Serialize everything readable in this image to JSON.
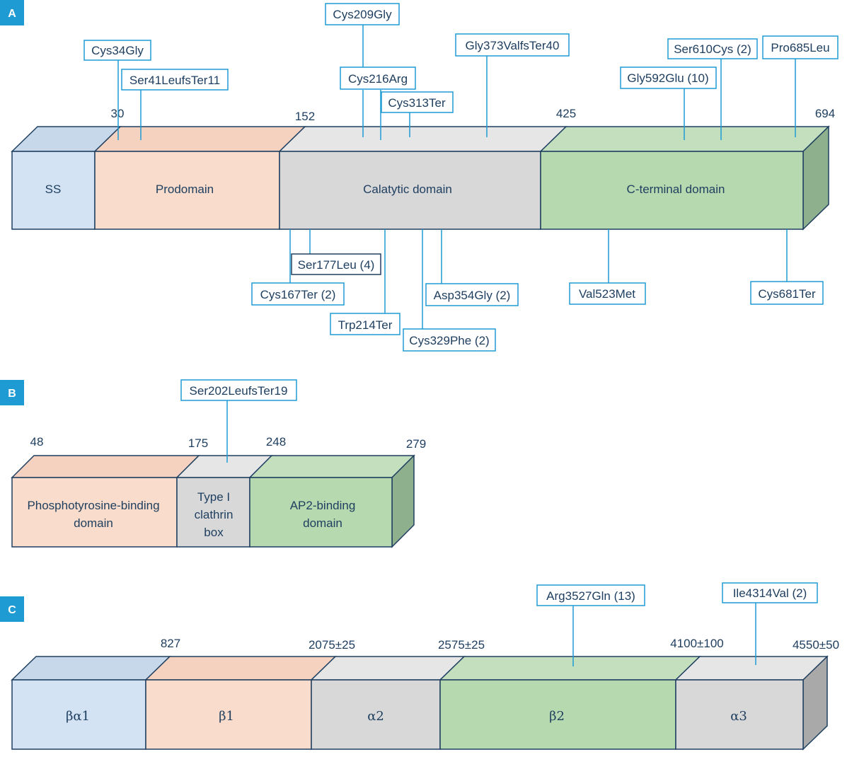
{
  "colors": {
    "accent": "#1e9bd3",
    "outline": "#1f3f60",
    "ss": "#d3e3f3",
    "prodomain": "#f9dccb",
    "grey": "#d8d8d8",
    "green": "#b7d9b0",
    "green_side": "#8fb08c"
  },
  "panelA": {
    "label": "A",
    "positions": [
      "30",
      "152",
      "425",
      "694"
    ],
    "domains": [
      "SS",
      "Prodomain",
      "Calatytic domain",
      "C-terminal domain"
    ],
    "top_mutations": [
      "Cys34Gly",
      "Ser41LeufsTer11",
      "Cys209Gly",
      "Cys216Arg",
      "Cys313Ter",
      "Gly373ValfsTer40",
      "Gly592Glu (10)",
      "Ser610Cys (2)",
      "Pro685Leu"
    ],
    "bottom_mutations": [
      "Ser177Leu (4)",
      "Cys167Ter (2)",
      "Trp214Ter",
      "Cys329Phe (2)",
      "Asp354Gly (2)",
      "Val523Met",
      "Cys681Ter"
    ]
  },
  "panelB": {
    "label": "B",
    "positions": [
      "48",
      "175",
      "248",
      "279"
    ],
    "domains": [
      {
        "line1": "Phosphotyrosine-binding",
        "line2": "domain",
        "line3": ""
      },
      {
        "line1": "Type I",
        "line2": "clathrin",
        "line3": "box"
      },
      {
        "line1": "AP2-binding",
        "line2": "domain",
        "line3": ""
      }
    ],
    "top_mutations": [
      "Ser202LeufsTer19"
    ]
  },
  "panelC": {
    "label": "C",
    "positions": [
      "827",
      "2075±25",
      "2575±25",
      "4100±100",
      "4550±50"
    ],
    "domains": [
      "βα1",
      "β1",
      "α2",
      "β2",
      "α3"
    ],
    "top_mutations": [
      "Arg3527Gln (13)",
      "Ile4314Val (2)"
    ]
  }
}
